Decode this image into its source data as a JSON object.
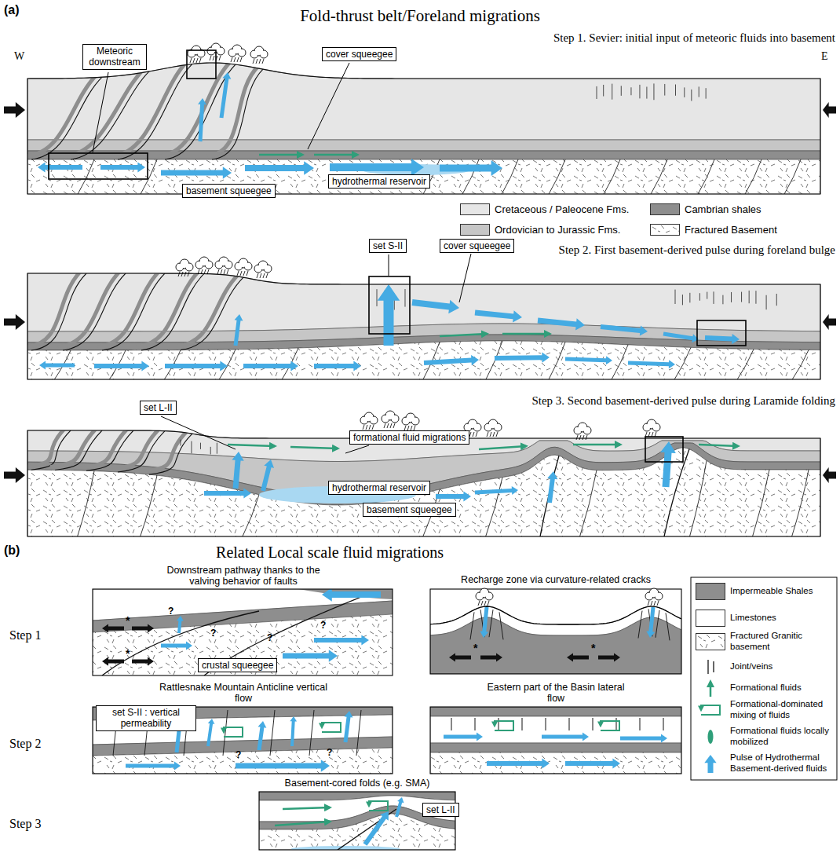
{
  "diagram": {
    "nodes": [
      {
        "text": [
          "Meteoric downstream"
        ]
      },
      {
        "text": [
          "cover squeegee"
        ]
      },
      {
        "text": [
          "basement squeegee"
        ]
      },
      {
        "text": [
          "hydrothermal reservoir"
        ]
      },
      {
        "text": [
          "set S-II"
        ]
      },
      {
        "text": [
          "cover squeegee"
        ]
      },
      {
        "text": [
          "set L-II"
        ]
      },
      {
        "text": [
          "formational fluid migrations"
        ]
      },
      {
        "text": [
          "hydrothermal reservoir"
        ]
      },
      {
        "text": [
          "basement squeegee"
        ]
      },
      {
        "text": [
          "crustal squeegee"
        ]
      },
      {
        "text": [
          "set S-II : vertical permeability"
        ]
      },
      {
        "text": [
          "set L-II"
        ]
      }
    ],
    "labels": [
      "(a)",
      "Fold-thrust belt/Foreland migrations",
      "Step 1. Sevier: initial input of meteoric fluids into basement",
      "W",
      "E",
      "Step 2. First basement-derived pulse during foreland bulge",
      "Step 3. Second basement-derived pulse during Laramide folding",
      "(b)",
      "Related Local scale fluid migrations",
      "Step 1",
      "Downstream pathway thanks to the valving behavior of faults",
      "Recharge zone via curvature-related cracks",
      "Step 2",
      "Rattlesnake Mountain Anticline vertical flow",
      "Eastern part of the Basin lateral flow",
      "Step 3",
      "Basement-cored folds (e.g. SMA)",
      "?",
      "?",
      "?",
      "?",
      "*",
      "*",
      "*",
      "*",
      "?",
      "?"
    ],
    "legend": [
      {
        "text": "Cretaceous / Paleocene Fms.",
        "color": "#e6e6e6"
      },
      {
        "text": "Cambrian shales",
        "color": "#8e8e8e"
      },
      {
        "text": "Ordovician to Jurassic Fms.",
        "color": "#c6c6c6"
      },
      {
        "text": "Fractured Basement"
      },
      {
        "text": "Impermeable Shales",
        "color": "#8e8e8e"
      },
      {
        "text": "Limestones",
        "color": "#ffffff"
      },
      {
        "text": "Fractured Granitic basement"
      },
      {
        "text": "Joint/veins"
      },
      {
        "text": "Formational fluids"
      },
      {
        "text": "Formational-dominated mixing of fluids"
      },
      {
        "text": "Formational fluids locally mobilized"
      },
      {
        "text": "Pulse of Hydrothermal Basement-derived fluids"
      }
    ]
  }
}
